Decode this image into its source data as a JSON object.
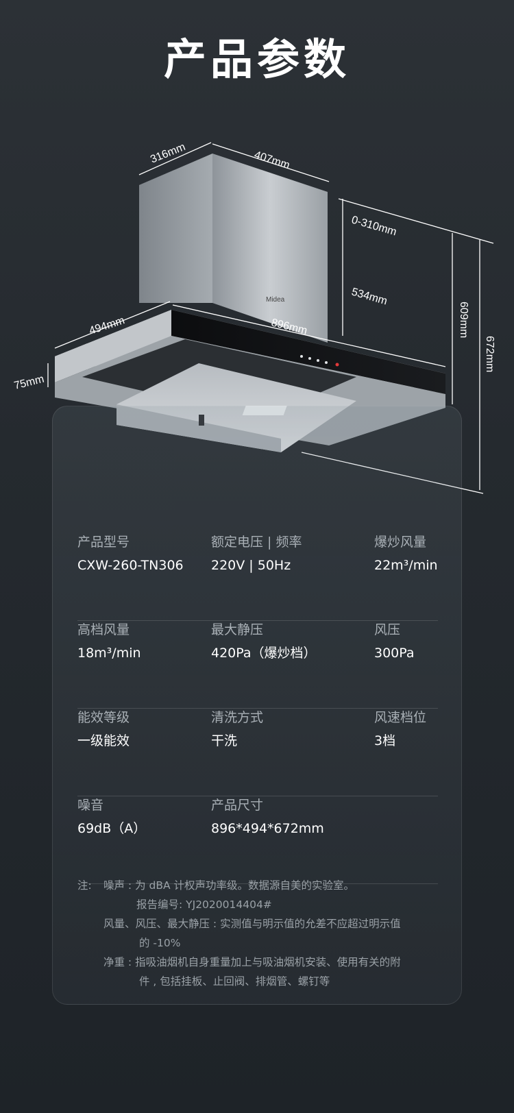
{
  "header": {
    "title": "产品参数"
  },
  "diagram": {
    "brand_mark": "Midea",
    "dimensions": {
      "chimney_depth": "316mm",
      "chimney_width": "407mm",
      "chimney_extension": "0-310mm",
      "chimney_height": "534mm",
      "body_depth": "494mm",
      "body_width": "896mm",
      "body_height": "75mm",
      "height_min": "609mm",
      "height_max": "672mm"
    }
  },
  "specs": {
    "rows": [
      [
        {
          "label": "产品型号",
          "value": "CXW-260-TN306"
        },
        {
          "label": "额定电压 | 频率",
          "value": "220V | 50Hz"
        },
        {
          "label": "爆炒风量",
          "value": "22m³/min"
        }
      ],
      [
        {
          "label": "高档风量",
          "value": "18m³/min"
        },
        {
          "label": "最大静压",
          "value": "420Pa（爆炒档）"
        },
        {
          "label": "风压",
          "value": "300Pa"
        }
      ],
      [
        {
          "label": "能效等级",
          "value": "一级能效"
        },
        {
          "label": "清洗方式",
          "value": "干洗"
        },
        {
          "label": "风速档位",
          "value": "3档"
        }
      ],
      [
        {
          "label": "噪音",
          "value": "69dB（A）"
        },
        {
          "label": "产品尺寸",
          "value": "896*494*672mm"
        }
      ]
    ]
  },
  "notes": {
    "label": "注:",
    "lines": [
      "噪声 : 为 dBA 计权声功率级。数据源自美的实验室。",
      "报告编号:  YJ2020014404#",
      "风量、风压、最大静压 : 实测值与明示值的允差不应超过明示值",
      "的 -10%",
      "净重 : 指吸油烟机自身重量加上与吸油烟机安装、使用有关的附",
      "件 , 包括挂板、止回阀、排烟管、螺钉等"
    ]
  }
}
